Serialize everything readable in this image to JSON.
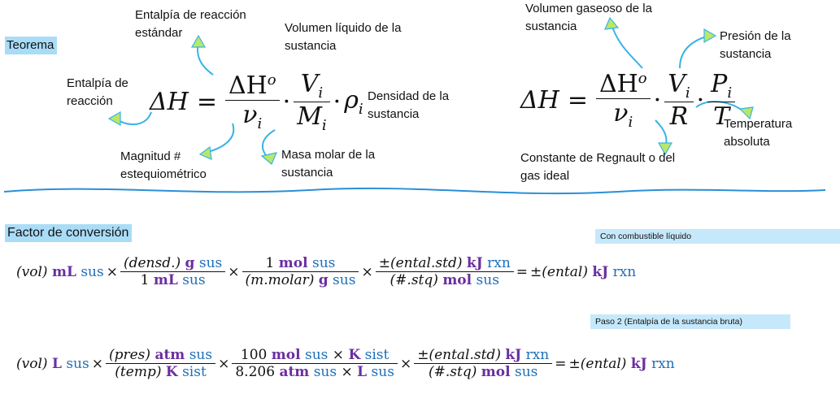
{
  "section1": {
    "title": "Teorema"
  },
  "formula1": {
    "dH": "ΔH",
    "eq": "=",
    "dHo": "ΔH",
    "sup": "o",
    "nu": "ν",
    "sub_i": "i",
    "V": "V",
    "M": "M",
    "rho": "ρ",
    "dot": "·"
  },
  "formula2": {
    "dH": "ΔH",
    "eq": "=",
    "dHo": "ΔH",
    "sup": "o",
    "nu": "ν",
    "sub_i": "i",
    "V": "V",
    "R": "R",
    "P": "P",
    "T": "T",
    "dot": "·"
  },
  "annotations": {
    "entalpia_reaccion_estandar": "Entalpía de reacción estándar",
    "volumen_liquido": "Volumen líquido de la sustancia",
    "entalpia_reaccion": "Entalpía de reacción",
    "densidad": "Densidad de la sustancia",
    "magnitud": "Magnitud # estequiométrico",
    "masa_molar": "Masa molar de la sustancia",
    "volumen_gaseoso": "Volumen gaseoso de la sustancia",
    "presion": "Presión de la sustancia",
    "temperatura": "Temperatura absoluta",
    "constante": "Constante de Regnault o del gas ideal"
  },
  "section2": {
    "title": "Factor de conversión",
    "tag1": "Con combustible líquido",
    "tag2": "Paso 2 (Entalpía de la sustancia bruta)"
  },
  "eq1": {
    "t1_a": "(vol)",
    "t1_u": "mL",
    "t1_s": "sus",
    "f1_num_a": "(densd.)",
    "f1_num_u": "g",
    "f1_num_s": "sus",
    "f1_den_a": "1",
    "f1_den_u": "mL",
    "f1_den_s": "sus",
    "f2_num_a": "1",
    "f2_num_u": "mol",
    "f2_num_s": "sus",
    "f2_den_a": "(m.molar)",
    "f2_den_u": "g",
    "f2_den_s": "sus",
    "f3_num_a": "±(ental.std)",
    "f3_num_u": "kJ",
    "f3_num_s": "rxn",
    "f3_den_a": "(#.stq)",
    "f3_den_u": "mol",
    "f3_den_s": "sus",
    "r_a": "±(ental)",
    "r_u": "kJ",
    "r_s": "rxn",
    "times": "×",
    "equals": "="
  },
  "eq2": {
    "t1_a": "(vol)",
    "t1_u": "L",
    "t1_s": "sus",
    "f1_num_a": "(pres)",
    "f1_num_u": "atm",
    "f1_num_s": "sus",
    "f1_den_a": "(temp)",
    "f1_den_u": "K",
    "f1_den_s": "sist",
    "f2_num_a": "100",
    "f2_num_u": "mol",
    "f2_num_s": "sus",
    "f2_num_x": "×",
    "f2_num_u2": "K",
    "f2_num_s2": "sist",
    "f2_den_a": "8.206",
    "f2_den_u": "atm",
    "f2_den_s": "sus",
    "f2_den_x": "×",
    "f2_den_u2": "L",
    "f2_den_s2": "sus",
    "f3_num_a": "±(ental.std)",
    "f3_num_u": "kJ",
    "f3_num_s": "rxn",
    "f3_den_a": "(#.stq)",
    "f3_den_u": "mol",
    "f3_den_s": "sus",
    "r_a": "±(ental)",
    "r_u": "kJ",
    "r_s": "rxn",
    "times": "×",
    "equals": "="
  },
  "colors": {
    "bold_unit": "#6a2fa0",
    "substance": "#1e6fb8",
    "arrow": "#39b3e6",
    "arrow_fill": "#b8e86a",
    "highlight": "#a9dcf7",
    "divider": "#2a8fd6"
  }
}
